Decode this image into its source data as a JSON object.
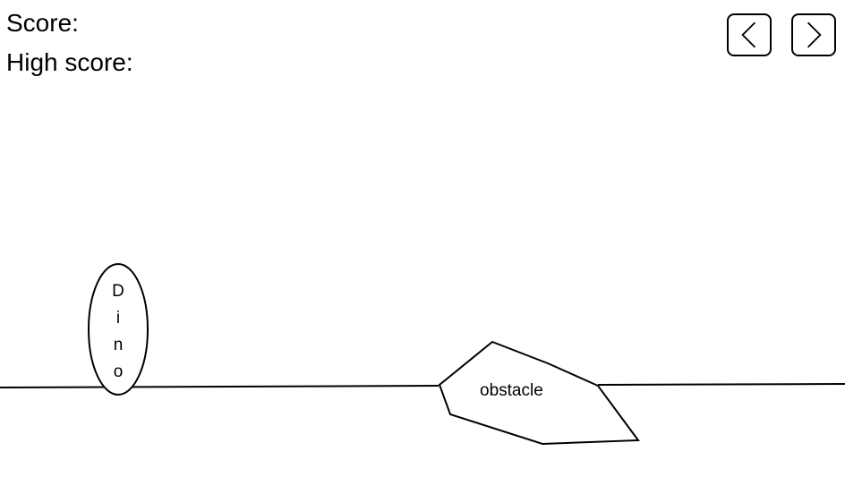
{
  "hud": {
    "score_label": "Score:",
    "high_score_label": "High score:"
  },
  "controls": {
    "prev_icon": "chevron-left-icon",
    "next_icon": "chevron-right-icon"
  },
  "dino": {
    "letters": [
      "D",
      "i",
      "n",
      "o"
    ]
  },
  "obstacle": {
    "label": "obstacle"
  }
}
